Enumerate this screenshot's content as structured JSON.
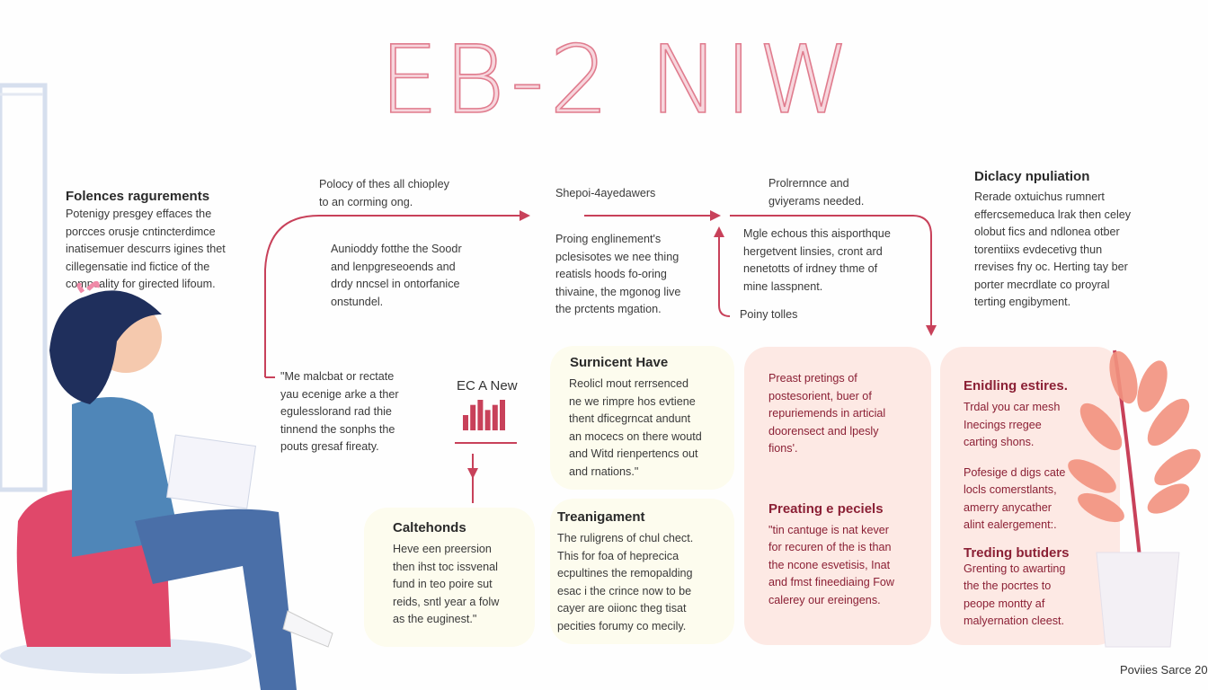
{
  "title": "EB-2 NIW",
  "left_section": {
    "heading": "Folences ragurements",
    "body": "Potenigy presgey effaces the\nporcces orusje cntincterdimce\ninatisemuer descurrs igines thet\ncillegensatie ind fictice of the\ncompcality for girected lifoum."
  },
  "flow": {
    "top_note_1": "Polocy of thes all chiopley\nto an corming ong.",
    "middle_note_1": "Aunioddy fotthe the Soodr\nand lenpgreseoends and\ndrdy nncsel in ontorfanice\nonstundel.",
    "step_2_label": "Shepoi-4ayedawers",
    "step_2_body": "Proing englinement's\npclesisotes we nee thing\nreatisls hoods fo-oring\nthivaine, the mgonog live\nthe prctents mgation.",
    "step_3_label": "Prolrernnce and\ngviyerams needed.",
    "step_3_body": "Mgle echous this aisporthque\nhergetvent linsies, cront ard\nnenetotts of irdney thme of\nmine lasspnent.",
    "loop_label": "Poiny tolles",
    "quote": "\"Me malcbat or rectate\nyau ecenige arke a ther\negulesslorand rad thie\ntinnend the sonphs the\npouts gresaf fireaty.",
    "chart_label": "EC A New"
  },
  "right_section": {
    "heading": "Diclacy npuliation",
    "body": "Rerade oxtuichus rumnert\neffercsemeduca lrak then celey\nolobut fics and ndlonea otber\ntorentiixs evdecetivg thun\nrrevises fny oc. Herting tay ber\nporter mecrdlate co proyral\nterting engibyment."
  },
  "cards": [
    {
      "heading": "Caltehonds",
      "body": "Heve een preersion\nthen ihst toc issvenal\nfund in teo poire sut\nreids, sntl year a folw\nas the euginest.\""
    },
    {
      "heading": "Surnicent Have",
      "body": "Reolicl mout rerrsenced\nne we rimpre hos evtiene\nthent dficegrncat andunt\nan mocecs on there woutd\nand Witd rienpertencs out\nand rnations.\""
    },
    {
      "heading": "Treanigament",
      "body": "The ruligrens of chul chect.\nThis for foa of heprecica\necpultines the remopalding\nesac i the crince now to be\ncayer are oiionc theg tisat\npecities forumy co mecily."
    },
    {
      "heading": "Preating e peciels",
      "intro": "Preast pretings of\npostesorient, buer of\nrepuriemends in articial\ndoorensect and lpesly\nfions'.",
      "body": "\"tin cantuge is nat kever\nfor recuren of the is than\nthe ncone esvetisis, Inat\nand fmst fineediaing Fow\ncalerey our ereingens."
    },
    {
      "heading": "Enidling estires.",
      "body": "Trdal you car mesh\nInecings rregee\ncarting shons.",
      "body2": "Pofesige d digs cate\nlocls comerstlants,\namerry anycather\nalint ealergement:.",
      "heading2": "Treding butiders",
      "body3": "Grenting to awarting\nthe the pocrtes to\npeope montty af\nmalyernation cleest."
    }
  ],
  "footer": "Poviies Sarce 20",
  "colors": {
    "accent": "#c8415a",
    "title_outline": "#e07c8e",
    "card_cream": "#fdfcee",
    "card_pink": "#fde9e4",
    "heading_red": "#8b2035"
  },
  "chart_data": {
    "type": "bar",
    "values": [
      3,
      5,
      6,
      4,
      5,
      6
    ]
  }
}
